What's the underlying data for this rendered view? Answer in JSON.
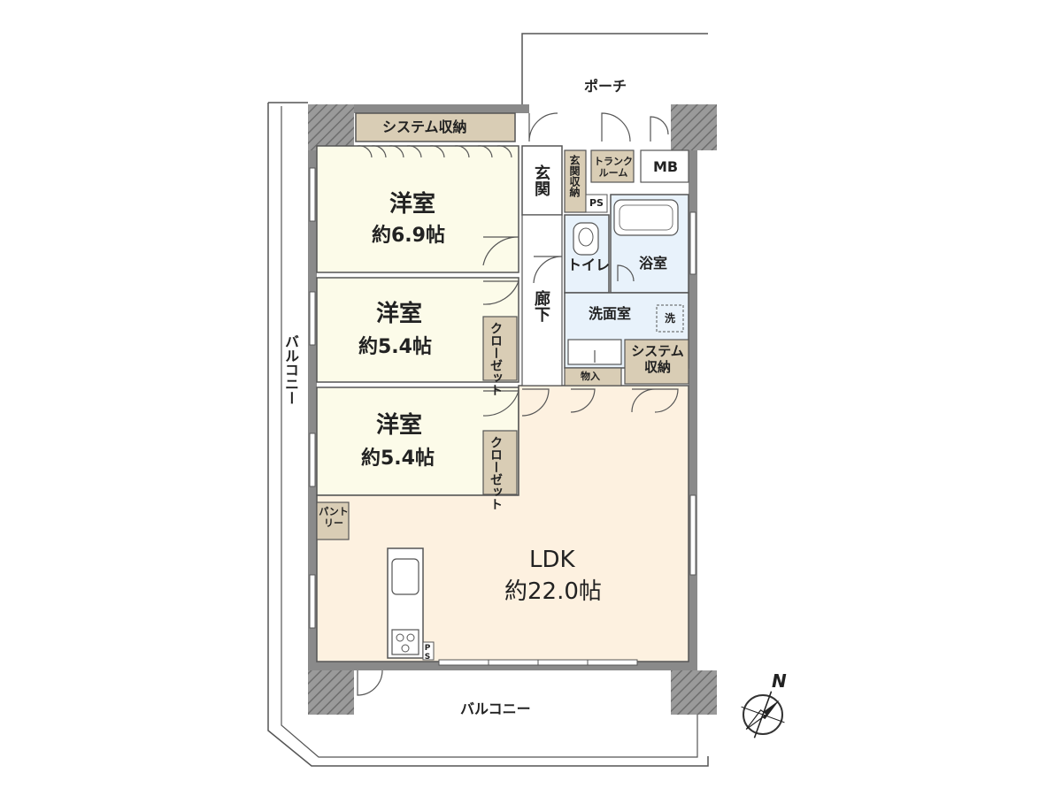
{
  "exterior": {
    "porch": "ポーチ",
    "balcony_west": "バルコニー",
    "balcony_south": "バルコニー"
  },
  "rooms": {
    "bedroom1": {
      "name": "洋室",
      "size": "約6.9帖"
    },
    "bedroom2": {
      "name": "洋室",
      "size": "約5.4帖"
    },
    "bedroom3": {
      "name": "洋室",
      "size": "約5.4帖"
    },
    "ldk": {
      "name": "LDK",
      "size": "約22.0帖"
    },
    "entrance": "玄関",
    "corridor": "廊下",
    "toilet": "トイレ",
    "bath": "浴室",
    "washroom": "洗面室"
  },
  "storage": {
    "system_storage_top": "システム収納",
    "system_storage_right": "システム収納",
    "entrance_storage": "玄関収納",
    "trunk_room": "トランクルーム",
    "mb": "MB",
    "ps_top": "PS",
    "ps_kitchen": "PS",
    "closet2": "クローゼット",
    "closet3": "クローゼット",
    "pantry": "パントリー",
    "monoire": "物入",
    "washer": "洗"
  },
  "compass": {
    "north_label": "N"
  },
  "colors": {
    "wall": "#8a8a8a",
    "bedroom_fill": "#fcfbe9",
    "ldk_fill": "#fdf1e0",
    "wet_fill": "#e8f2fb",
    "storage_fill": "#d9cdb5",
    "white": "#ffffff"
  }
}
